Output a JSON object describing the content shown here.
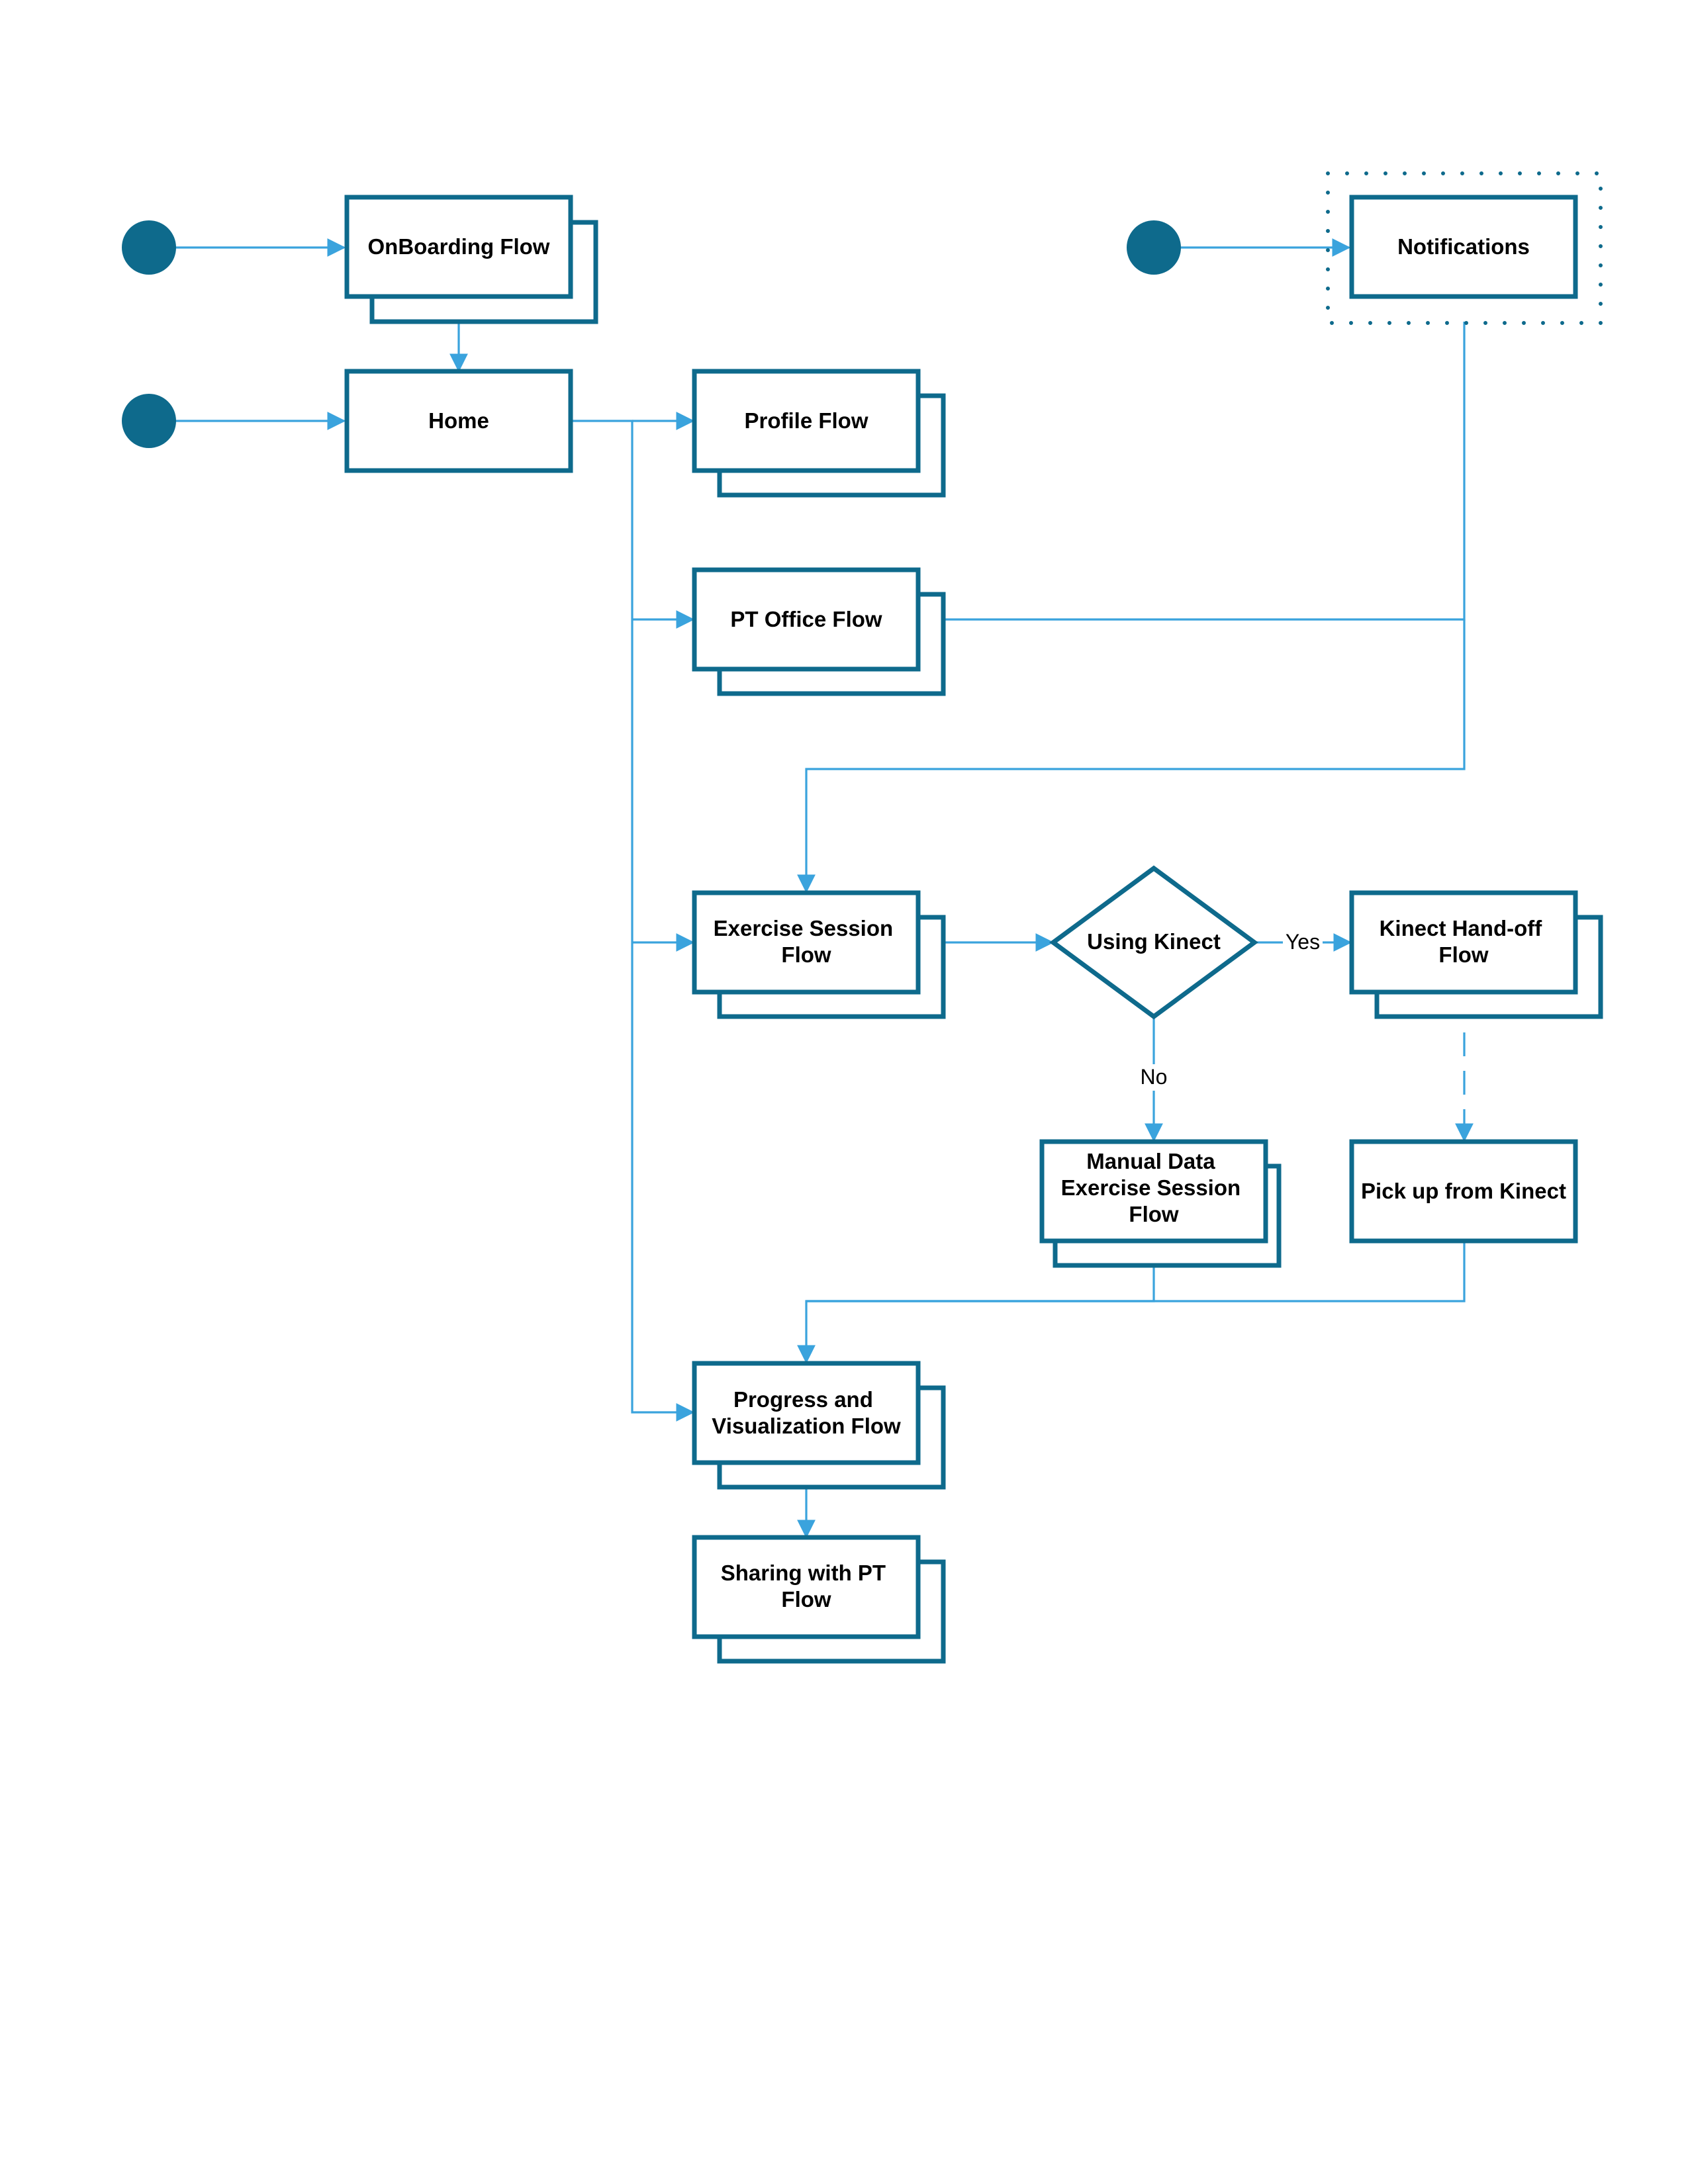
{
  "colors": {
    "box_stroke": "#0e6a8c",
    "connector": "#3aa3dd",
    "start_dot": "#0e6a8c",
    "background": "#ffffff"
  },
  "nodes": {
    "onboarding": {
      "lines": [
        "OnBoarding Flow"
      ],
      "kind": "stacked-process"
    },
    "home": {
      "lines": [
        "Home"
      ],
      "kind": "process"
    },
    "notifications": {
      "lines": [
        "Notifications"
      ],
      "kind": "process-dotted-frame"
    },
    "profile": {
      "lines": [
        "Profile Flow"
      ],
      "kind": "stacked-process"
    },
    "pt_office": {
      "lines": [
        "PT Office Flow"
      ],
      "kind": "stacked-process"
    },
    "exercise_session": {
      "lines": [
        "Exercise Session",
        "Flow"
      ],
      "kind": "stacked-process"
    },
    "using_kinect": {
      "lines": [
        "Using Kinect"
      ],
      "kind": "decision"
    },
    "kinect_handoff": {
      "lines": [
        "Kinect Hand-off",
        "Flow"
      ],
      "kind": "stacked-process"
    },
    "manual_data": {
      "lines": [
        "Manual Data",
        "Exercise Session",
        "Flow"
      ],
      "kind": "stacked-process"
    },
    "pick_up": {
      "lines": [
        "Pick up from Kinect"
      ],
      "kind": "process"
    },
    "progress": {
      "lines": [
        "Progress and",
        "Visualization Flow"
      ],
      "kind": "stacked-process"
    },
    "sharing": {
      "lines": [
        "Sharing with PT",
        "Flow"
      ],
      "kind": "stacked-process"
    }
  },
  "edges": {
    "yes_label": "Yes",
    "no_label": "No"
  }
}
